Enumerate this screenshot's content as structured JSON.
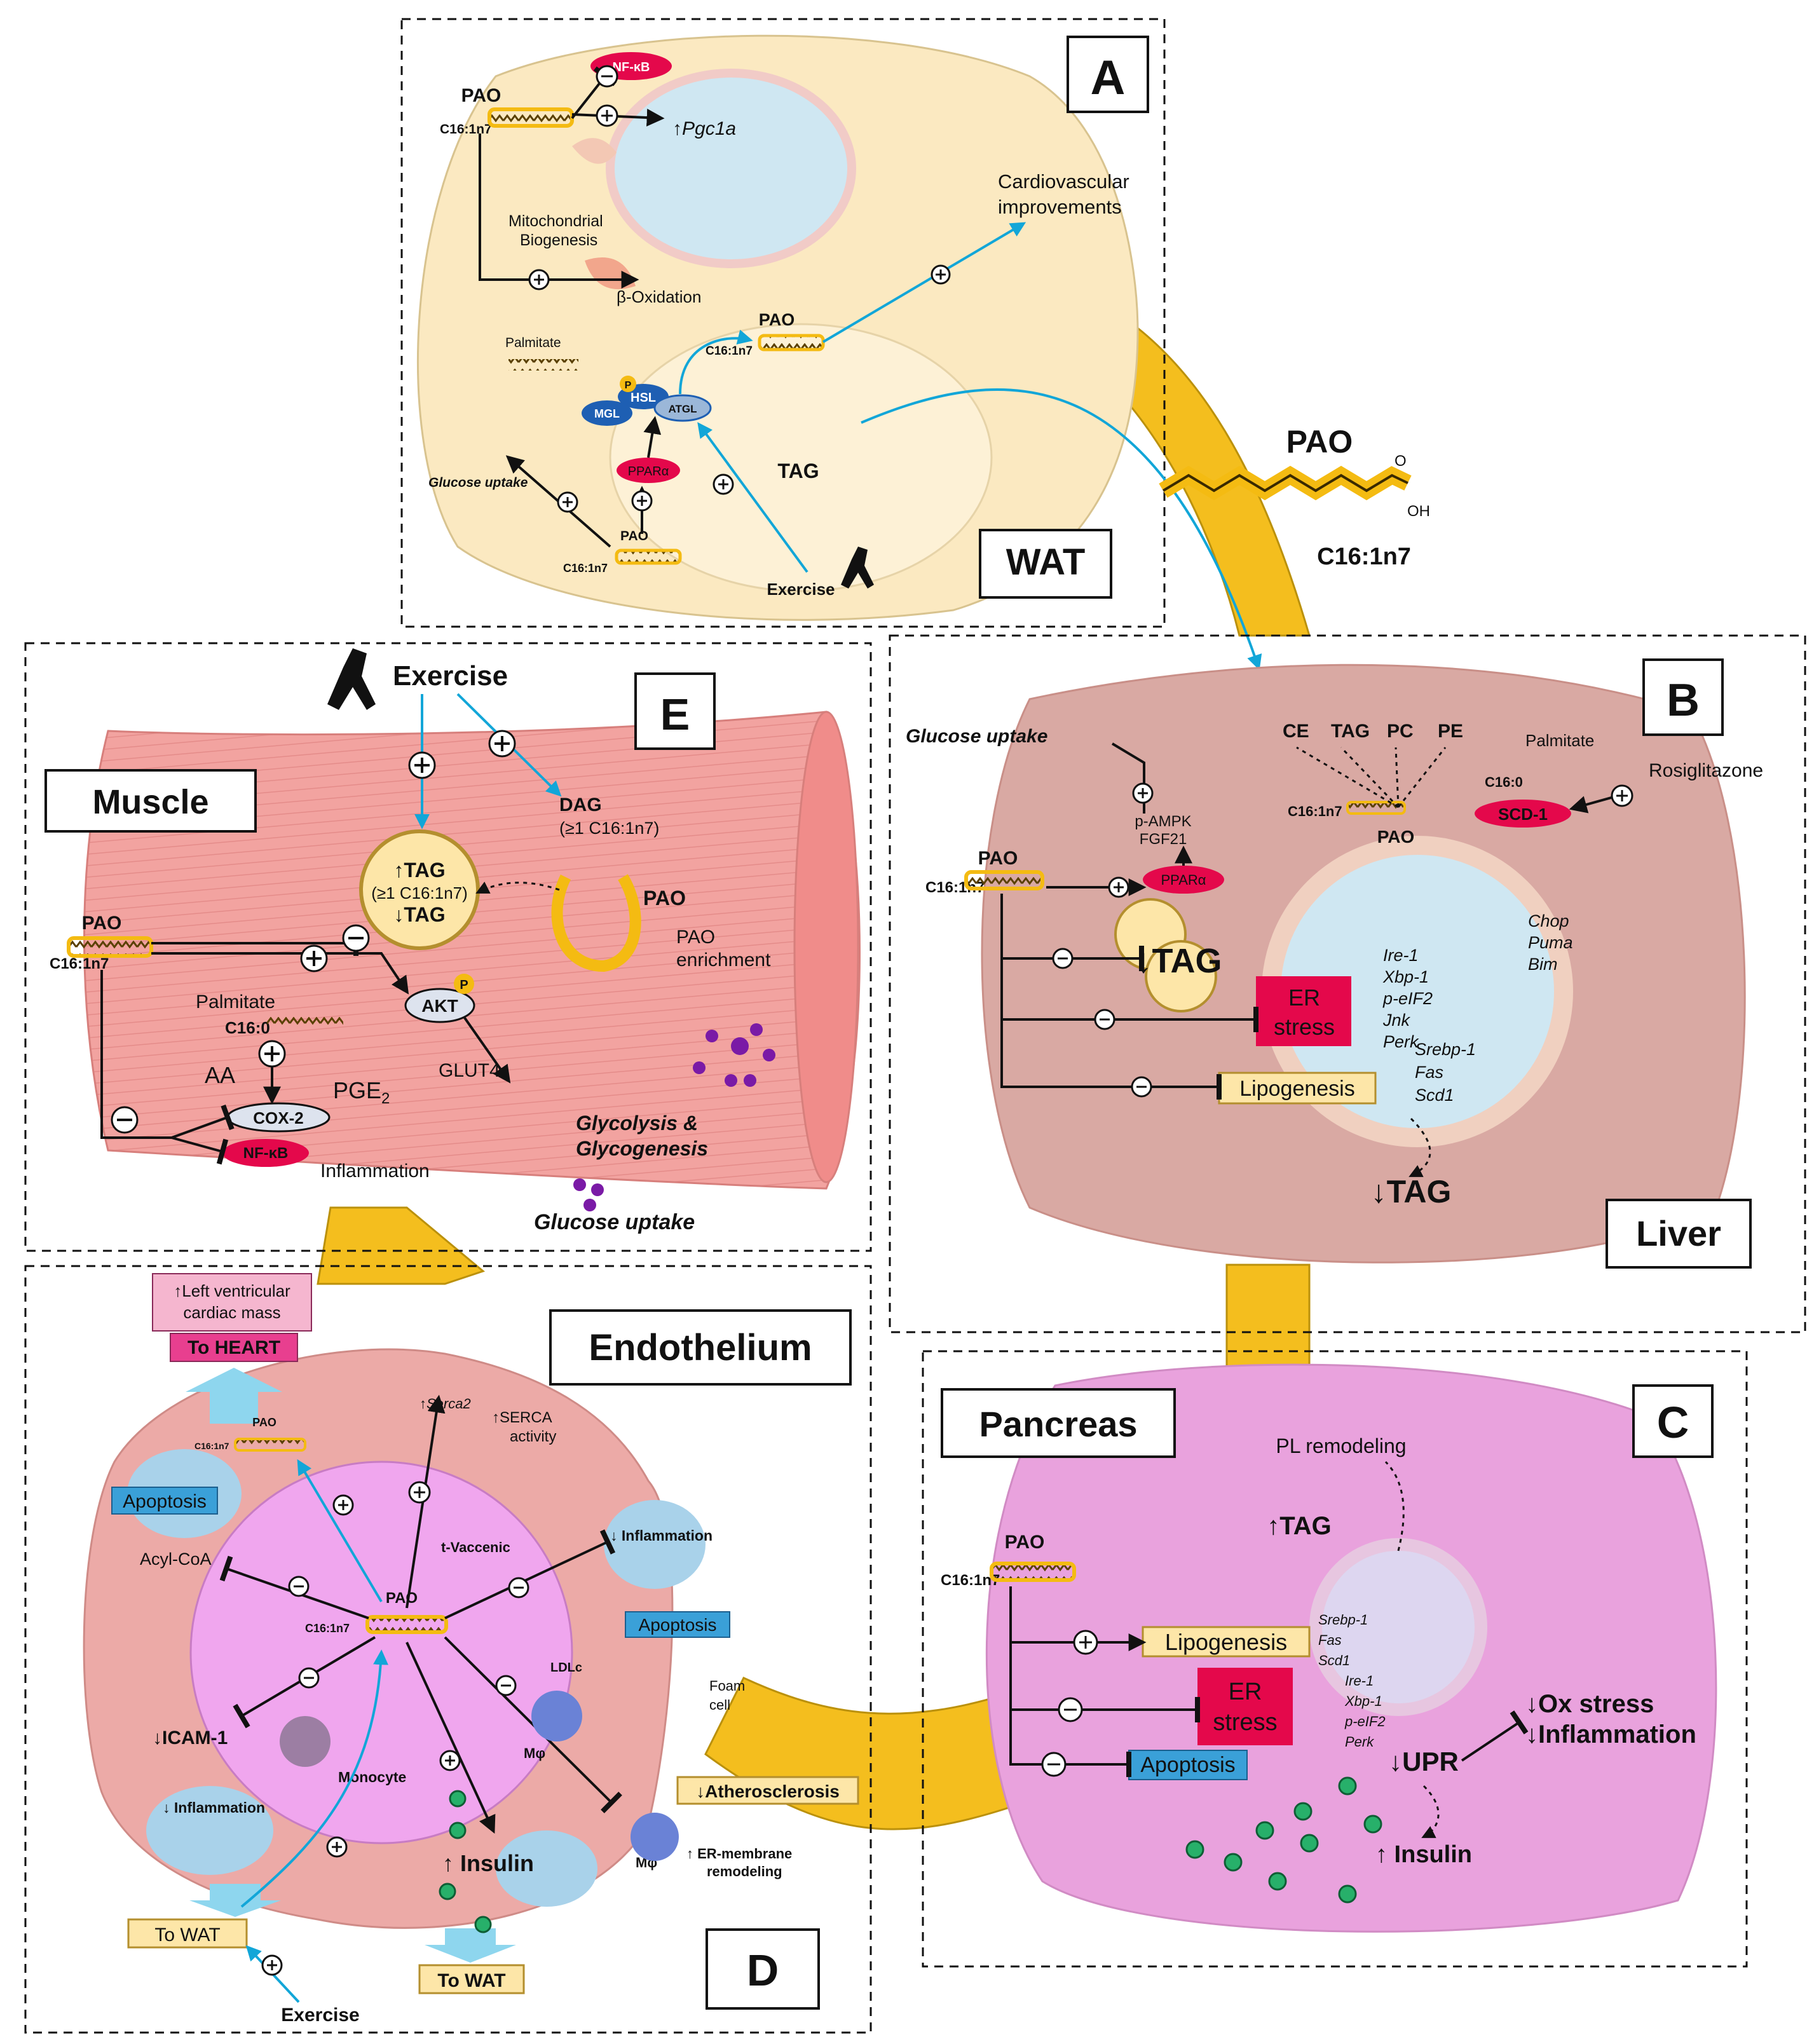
{
  "panels": {
    "A": {
      "letter": "A",
      "tissue": "WAT",
      "pao": "PAO",
      "c16": "C16:1n7",
      "nfkb": "NF-κB",
      "pgc": "↑Pgc1a",
      "mito_bio": [
        "Mitochondrial",
        "Biogenesis"
      ],
      "boxid": "β-Oxidation",
      "cardio": [
        "Cardiovascular",
        "improvements"
      ],
      "palmitate": "Palmitate",
      "hsl": "HSL",
      "mgl": "MGL",
      "atgl": "ATGL",
      "tag": "TAG",
      "ppar": "PPARα",
      "glucose": "Glucose uptake",
      "exercise": "Exercise",
      "p": "P"
    },
    "center": {
      "pao": "PAO",
      "c16": "C16:1n7",
      "oh": "OH",
      "o": "O"
    },
    "B": {
      "letter": "B",
      "tissue": "Liver",
      "glucose": "Glucose uptake",
      "ce": "CE",
      "tag": "TAG",
      "pc": "PC",
      "pe": "PE",
      "palmitate": "Palmitate",
      "c160": "C16:0",
      "rosi": "Rosiglitazone",
      "c16": "C16:1n7",
      "pao": "PAO",
      "scd": "SCD-1",
      "ampk": "p-AMPK",
      "fgf": "FGF21",
      "ppar": "PPARα",
      "tag_down": "↓TAG",
      "er": [
        "ER",
        "stress"
      ],
      "ire": [
        "Ire-1",
        "Xbp-1",
        "p-eIF2",
        "Jnk",
        "Perk"
      ],
      "chop": [
        "Chop",
        "Puma",
        "Bim"
      ],
      "lipo": "Lipogenesis",
      "srebp": [
        "Srebp-1",
        "Fas",
        "Scd1"
      ],
      "tag_end": "↓TAG"
    },
    "C": {
      "letter": "C",
      "tissue": "Pancreas",
      "pl": "PL remodeling",
      "tag": "↑TAG",
      "pao": "PAO",
      "c16": "C16:1n7",
      "lipo": "Lipogenesis",
      "srebp": [
        "Srebp-1",
        "Fas",
        "Scd1"
      ],
      "ire": [
        "Ire-1",
        "Xbp-1",
        "p-eIF2",
        "Perk"
      ],
      "er": [
        "ER",
        "stress"
      ],
      "ox": "↓Ox stress",
      "infl": "↓Inflammation",
      "upr": "↓UPR",
      "apop": "Apoptosis",
      "insulin": "↑ Insulin"
    },
    "D": {
      "letter": "D",
      "tissue": "Endothelium",
      "lv": [
        "↑Left ventricular",
        "cardiac mass"
      ],
      "heart": "To HEART",
      "serca2": "↑Serca2",
      "serca": [
        "↑SERCA",
        "activity"
      ],
      "pao": "PAO",
      "c16": "C16:1n7",
      "apop": "Apoptosis",
      "acyl": "Acyl-CoA",
      "tvac": "t-Vaccenic",
      "infl": "↓ Inflammation",
      "apop2": "Apoptosis",
      "icam": "↓ICAM-1",
      "mono": "Monocyte",
      "infl2": "↓ Inflammation",
      "ldl": "LDLc",
      "mphi": "Mφ",
      "foam": [
        "Foam",
        "cell"
      ],
      "ath": "↓Atherosclerosis",
      "ermem": [
        "↑ ER-membrane",
        "remodeling"
      ],
      "insulin": "↑ Insulin",
      "wat": "To WAT",
      "wat2": "To WAT",
      "exercise": "Exercise"
    },
    "E": {
      "letter": "E",
      "tissue": "Muscle",
      "exercise": "Exercise",
      "dag": [
        "DAG",
        "(≥1 C16:1n7)"
      ],
      "tag": [
        "↑TAG",
        "(≥1 C16:1n7)",
        "↓TAG"
      ],
      "pao": "PAO",
      "enrich": [
        "PAO",
        "enrichment"
      ],
      "pao2": "PAO",
      "c16": "C16:1n7",
      "palmitate": "Palmitate",
      "c160": "C16:0",
      "akt": "AKT",
      "glut": "GLUT4",
      "aa": "AA",
      "pge": "PGE",
      "pge_sub": "2",
      "cox": "COX-2",
      "nfkb": "NF-κB",
      "infl": "Inflammation",
      "glyco": [
        "Glycolysis &",
        "Glycogenesis"
      ],
      "glucose": "Glucose uptake",
      "p": "P"
    }
  },
  "colors": {
    "wat": "#fbe9c1",
    "liver": "#d9a9a3",
    "pancreas": "#e9a2dd",
    "endo": "#ecaaa7",
    "muscle": "#f2a3a0",
    "cyan": "#12a6d8",
    "gold": "#f4bb12",
    "red": "#e4084b",
    "blue": "#3aa0d8",
    "label_yellow": "#fde6a8"
  }
}
